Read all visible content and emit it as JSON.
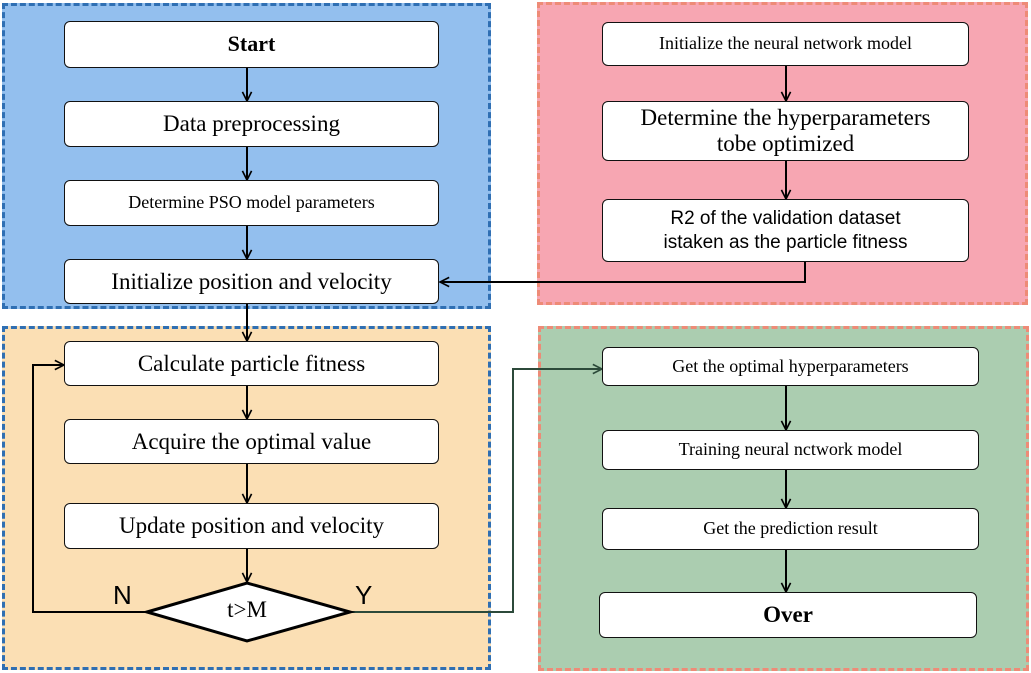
{
  "colors": {
    "blue_fill": "#93bfee",
    "blue_border": "#2f6fb3",
    "pink_fill": "#f7a6b2",
    "pink_border": "#ee8b77",
    "orange_fill": "#fbdfb4",
    "orange_border": "#2f6fb3",
    "green_fill": "#abcdb0",
    "green_border": "#ee8b77"
  },
  "pso": {
    "start": "Start",
    "preprocess": "Data preprocessing",
    "params": "Determine PSO model parameters",
    "init": "Initialize position and velocity"
  },
  "nn": {
    "init_model": "Initialize the neural network model",
    "hyper_line1": "Determine the hyperparameters",
    "hyper_line2": "tobe optimized",
    "r2_line1": "R2 of the validation dataset",
    "r2_line2": "istaken as the particle fitness"
  },
  "loop": {
    "fitness": "Calculate particle fitness",
    "optimal": "Acquire the optimal value",
    "update": "Update position and velocity",
    "condition": "t>M",
    "no": "N",
    "yes": "Y"
  },
  "result": {
    "optimal_hyper": "Get the optimal hyperparameters",
    "training": "Training neural nctwork model",
    "prediction": "Get the prediction result",
    "over": "Over"
  }
}
